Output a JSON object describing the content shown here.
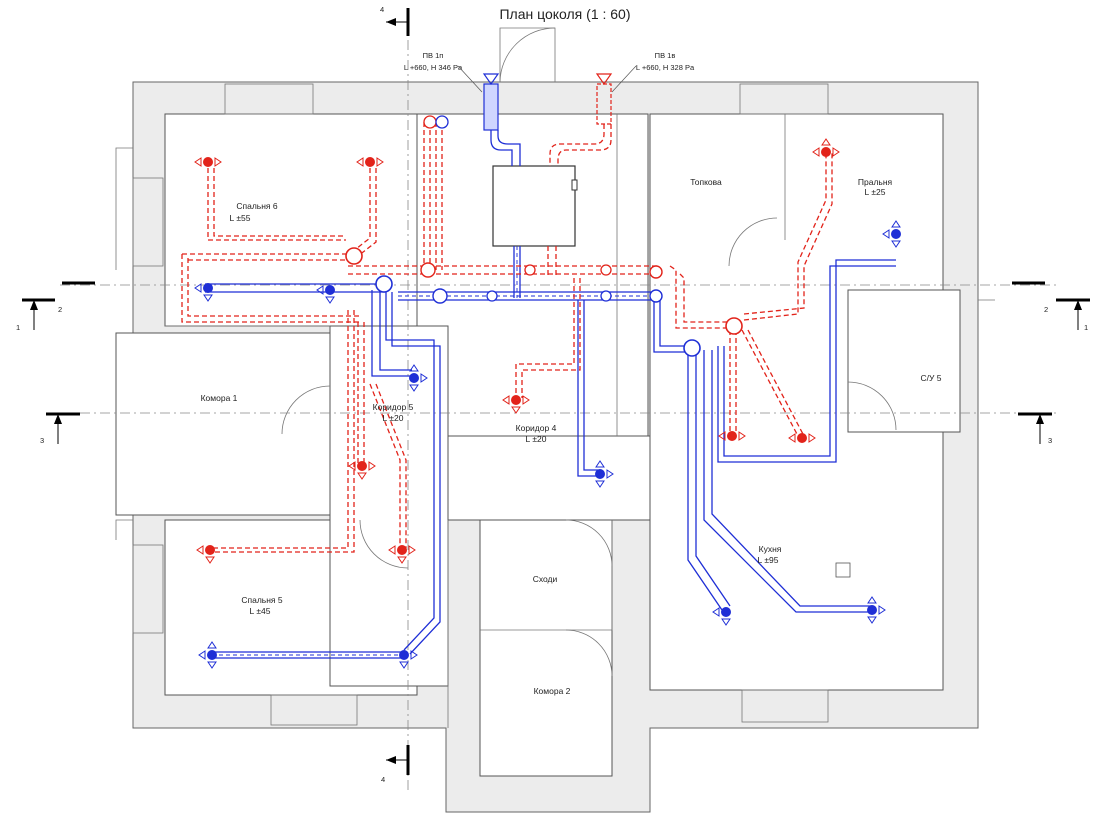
{
  "title": "План цоколя (1 : 60)",
  "units": [
    {
      "name": "ПВ 1п",
      "params": "L +660, H 346 Pa"
    },
    {
      "name": "ПВ 1в",
      "params": "L +660, H 328 Pa"
    }
  ],
  "rooms": [
    {
      "name": "Спальня 6",
      "flow": "L ±55"
    },
    {
      "name": "Топкова",
      "flow": ""
    },
    {
      "name": "Пральня",
      "flow": "L ±25"
    },
    {
      "name": "Комора 1",
      "flow": ""
    },
    {
      "name": "Коридор 5",
      "flow": "L ±20"
    },
    {
      "name": "Коридор 4",
      "flow": "L ±20"
    },
    {
      "name": "С/У 5",
      "flow": ""
    },
    {
      "name": "Кухня",
      "flow": "L ±95"
    },
    {
      "name": "Сходи",
      "flow": ""
    },
    {
      "name": "Спальня 5",
      "flow": "L ±45"
    },
    {
      "name": "Комора 2",
      "flow": ""
    }
  ],
  "sections": [
    "1",
    "1",
    "2",
    "2",
    "3",
    "3",
    "4",
    "4"
  ],
  "colors": {
    "supply": "#e2231a",
    "extract": "#1f2fd6",
    "walls": "#555555"
  }
}
